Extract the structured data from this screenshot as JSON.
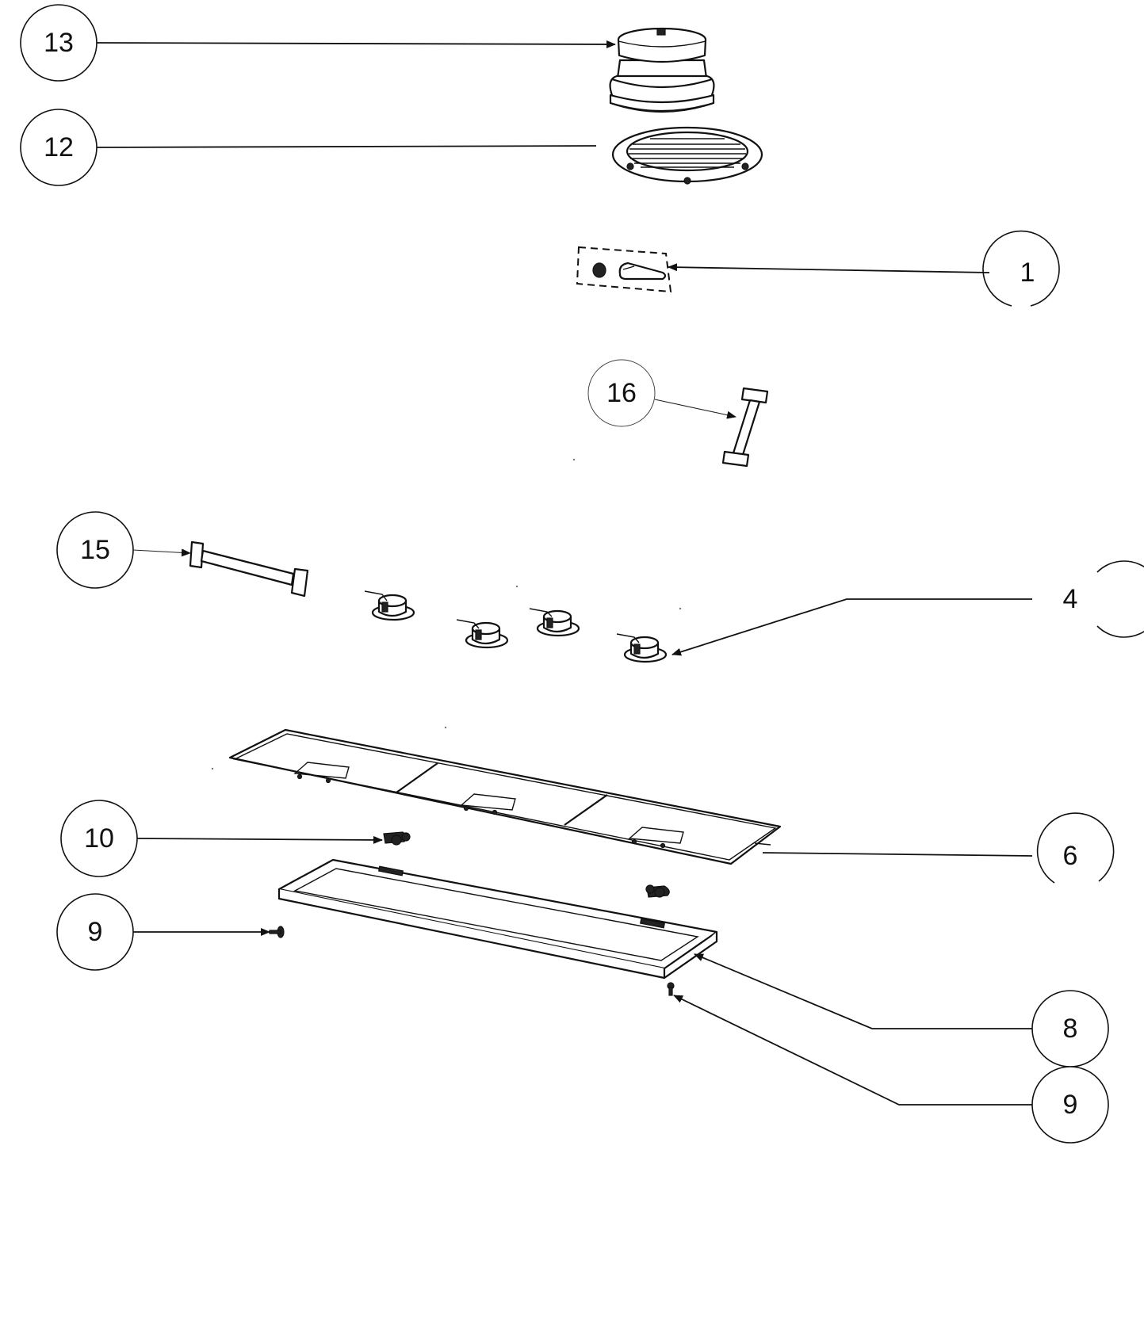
{
  "diagram": {
    "callouts": {
      "c13": "13",
      "c12": "12",
      "c1": "1",
      "c16": "16",
      "c15": "15",
      "c4": "4",
      "c10": "10",
      "c6": "6",
      "c9_left": "9",
      "c8": "8",
      "c9_right": "9"
    }
  }
}
